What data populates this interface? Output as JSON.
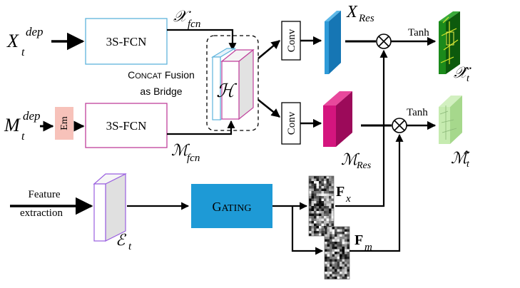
{
  "inputs": {
    "x_dep": {
      "base": "X",
      "sub": "t",
      "sup": "dep"
    },
    "m_dep": {
      "base": "M",
      "sub": "t",
      "sup": "dep"
    },
    "feature_line1": "Feature",
    "feature_line2": "extraction"
  },
  "blocks": {
    "fcn_top": "3S-FCN",
    "fcn_bottom": "3S-FCN",
    "em": "Em",
    "conv_top": "Conv",
    "conv_bottom": "Conv",
    "gating_first": "G",
    "gating_rest": "ATING"
  },
  "labels": {
    "x_fcn": {
      "base": "𝒳",
      "sub": "fcn"
    },
    "m_fcn": {
      "base": "ℳ",
      "sub": "fcn"
    },
    "h": "ℋ",
    "concat_first": "C",
    "concat_rest": "ONCAT",
    "concat_tail": " Fusion",
    "concat_line2": "as Bridge",
    "x_res": {
      "base": "X",
      "sub": "Res"
    },
    "m_res": {
      "base": "ℳ",
      "sub": "Res"
    },
    "e_t": {
      "base": "ℰ",
      "sub": "t"
    },
    "f_x": {
      "base": "F",
      "sub": "x"
    },
    "f_m": {
      "base": "F",
      "sub": "m"
    },
    "tanh_top": "Tanh",
    "tanh_bottom": "Tanh",
    "x_hat": {
      "base": "𝒳̂",
      "sub": "t"
    },
    "m_hat": {
      "base": "ℳ̂",
      "sub": "t"
    },
    "otimes_top": "⊗",
    "otimes_bottom": "⊗"
  },
  "colors": {
    "fcn_top_border": "#5fb4dc",
    "fcn_bottom_border": "#c0409c",
    "em_fill": "#f7c2ba",
    "gating_fill": "#1e9ad6",
    "x_res_front": "#1e88c8",
    "m_res_front": "#d4157e",
    "e_border": "#9a5fe0",
    "x_hat_map": "#1b8a1b",
    "m_hat_map": "#b7e59c"
  }
}
